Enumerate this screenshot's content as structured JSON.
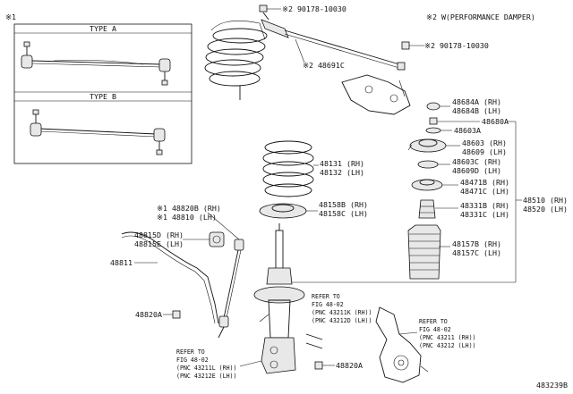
{
  "notes": {
    "note1_marker": "※1",
    "note2": "※2 W(PERFORMANCE DAMPER)",
    "type_a": "TYPE A",
    "type_b": "TYPE B"
  },
  "figure_id": "483239B",
  "callouts": [
    {
      "id": "p90178_top",
      "text": "※2 90178-10030"
    },
    {
      "id": "p90178_right",
      "text": "※2 90178-10030"
    },
    {
      "id": "p48691c",
      "text": "※2 48691C"
    },
    {
      "id": "p48684a",
      "text": "48684A (RH)"
    },
    {
      "id": "p48684b",
      "text": "48684B (LH)"
    },
    {
      "id": "p48680a",
      "text": "48680A"
    },
    {
      "id": "p48603a",
      "text": "48603A"
    },
    {
      "id": "p48603",
      "text": "48603 (RH)"
    },
    {
      "id": "p48609",
      "text": "48609 (LH)"
    },
    {
      "id": "p48603c",
      "text": "48603C (RH)"
    },
    {
      "id": "p48609d",
      "text": "48609D (LH)"
    },
    {
      "id": "p48471b",
      "text": "48471B (RH)"
    },
    {
      "id": "p48471c",
      "text": "48471C (LH)"
    },
    {
      "id": "p48331b",
      "text": "48331B (RH)"
    },
    {
      "id": "p48331c",
      "text": "48331C (LH)"
    },
    {
      "id": "p48157b",
      "text": "48157B (RH)"
    },
    {
      "id": "p48157c",
      "text": "48157C (LH)"
    },
    {
      "id": "p48510",
      "text": "48510 (RH)"
    },
    {
      "id": "p48520",
      "text": "48520 (LH)"
    },
    {
      "id": "p48131",
      "text": "48131 (RH)"
    },
    {
      "id": "p48132",
      "text": "48132 (LH)"
    },
    {
      "id": "p48158b",
      "text": "48158B (RH)"
    },
    {
      "id": "p48158c",
      "text": "48158C (LH)"
    },
    {
      "id": "p48820b",
      "text": "※1 48820B (RH)"
    },
    {
      "id": "p48810",
      "text": "※1 48810 (LH)"
    },
    {
      "id": "p48815d",
      "text": "48815D (RH)"
    },
    {
      "id": "p48815e",
      "text": "48815E (LH)"
    },
    {
      "id": "p48811",
      "text": "48811"
    },
    {
      "id": "p48820a_left",
      "text": "48820A"
    },
    {
      "id": "p48820a_right",
      "text": "48820A"
    }
  ],
  "refer_blocks": {
    "center": {
      "lines": [
        "REFER TO",
        "FIG 48-02",
        "(PNC 43211K (RH))",
        "(PNC 43212D (LH))"
      ]
    },
    "bottom": {
      "lines": [
        "REFER TO",
        "FIG 48-02",
        "(PNC 43211L (RH))",
        "(PNC 43212E (LH))"
      ]
    },
    "right": {
      "lines": [
        "REFER TO",
        "FIG 48-02",
        "(PNC 43211 (RH))",
        "(PNC 43212 (LH))"
      ]
    }
  }
}
